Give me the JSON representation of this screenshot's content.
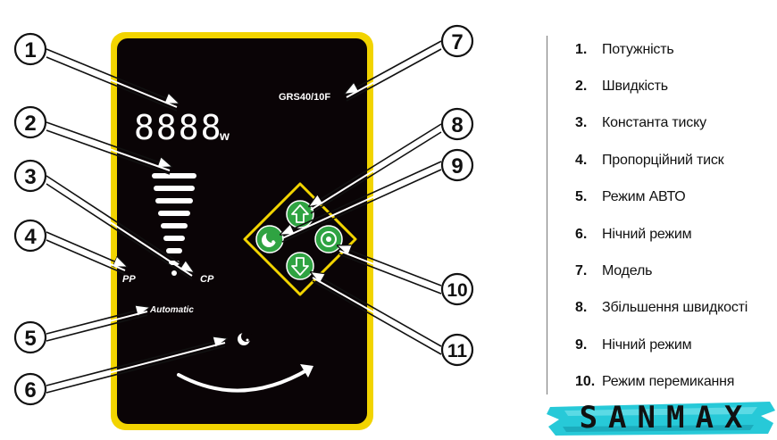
{
  "panel": {
    "display_digits": "8888",
    "display_unit": "w",
    "model_label": "GRS40/10F",
    "label_pp": "PP",
    "label_cp": "CP",
    "label_automatic": "Automatic"
  },
  "callouts": [
    "1",
    "2",
    "3",
    "4",
    "5",
    "6",
    "7",
    "8",
    "9",
    "10",
    "11"
  ],
  "legend": [
    {
      "num": "1.",
      "text": "Потужність"
    },
    {
      "num": "2.",
      "text": "Швидкість"
    },
    {
      "num": "3.",
      "text": "Константа тиску"
    },
    {
      "num": "4.",
      "text": "Пропорційний тиск"
    },
    {
      "num": "5.",
      "text": "Режим АВТО"
    },
    {
      "num": "6.",
      "text": "Нічний режим"
    },
    {
      "num": "7.",
      "text": "Модель"
    },
    {
      "num": "8.",
      "text": "Збільшення швидкості"
    },
    {
      "num": "9.",
      "text": "Нічний режим"
    },
    {
      "num": "10.",
      "text": "Режим перемикання"
    }
  ],
  "brand": {
    "name": "SANMAX"
  },
  "colors": {
    "frame": "#f2d400",
    "panel": "#0a0406",
    "button": "#2fa342",
    "brand_accent": "#27c9d8"
  },
  "icons": [
    "up-arrow-icon",
    "down-arrow-icon",
    "night-mode-icon",
    "mode-switch-icon",
    "moon-icon"
  ]
}
